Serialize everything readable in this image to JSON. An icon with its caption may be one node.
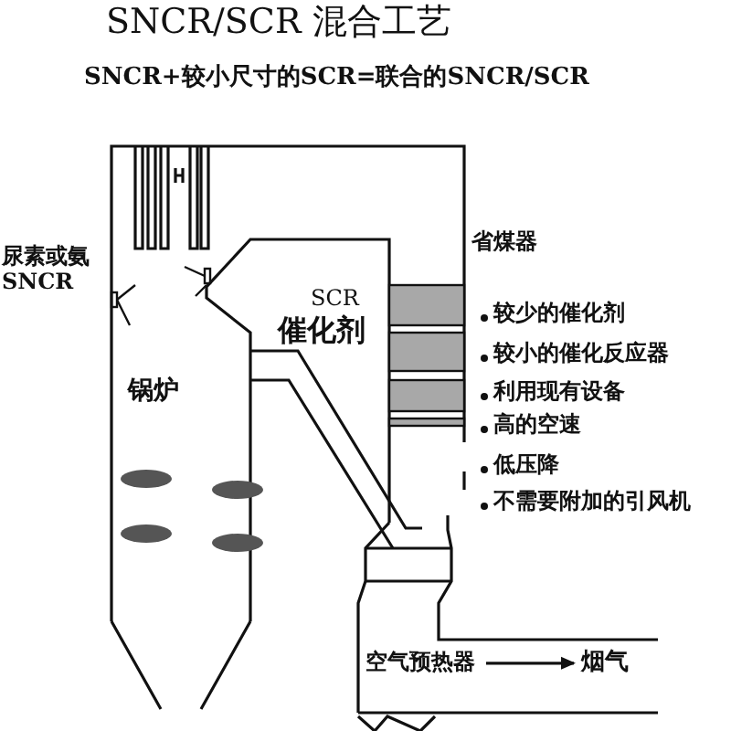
{
  "diagram": {
    "title": "SNCR/SCR 混合工艺",
    "nodes": [
      {
        "text": [
          "空气预热器"
        ]
      },
      {
        "text": [
          "烟气"
        ]
      }
    ],
    "edges": [
      {
        "from": 0,
        "to": 1,
        "arrow": "to"
      }
    ],
    "labels": [
      "SNCR+较小尺寸的SCR=联合的SNCR/SCR",
      "尿素或氨SNCR",
      "SCR",
      "催化剂",
      "省煤器",
      "较少的催化剂",
      "较小的催化反应器",
      "利用现有设备",
      "高的空速",
      "低压降",
      "不需要附加的引风机",
      "锅炉"
    ]
  }
}
